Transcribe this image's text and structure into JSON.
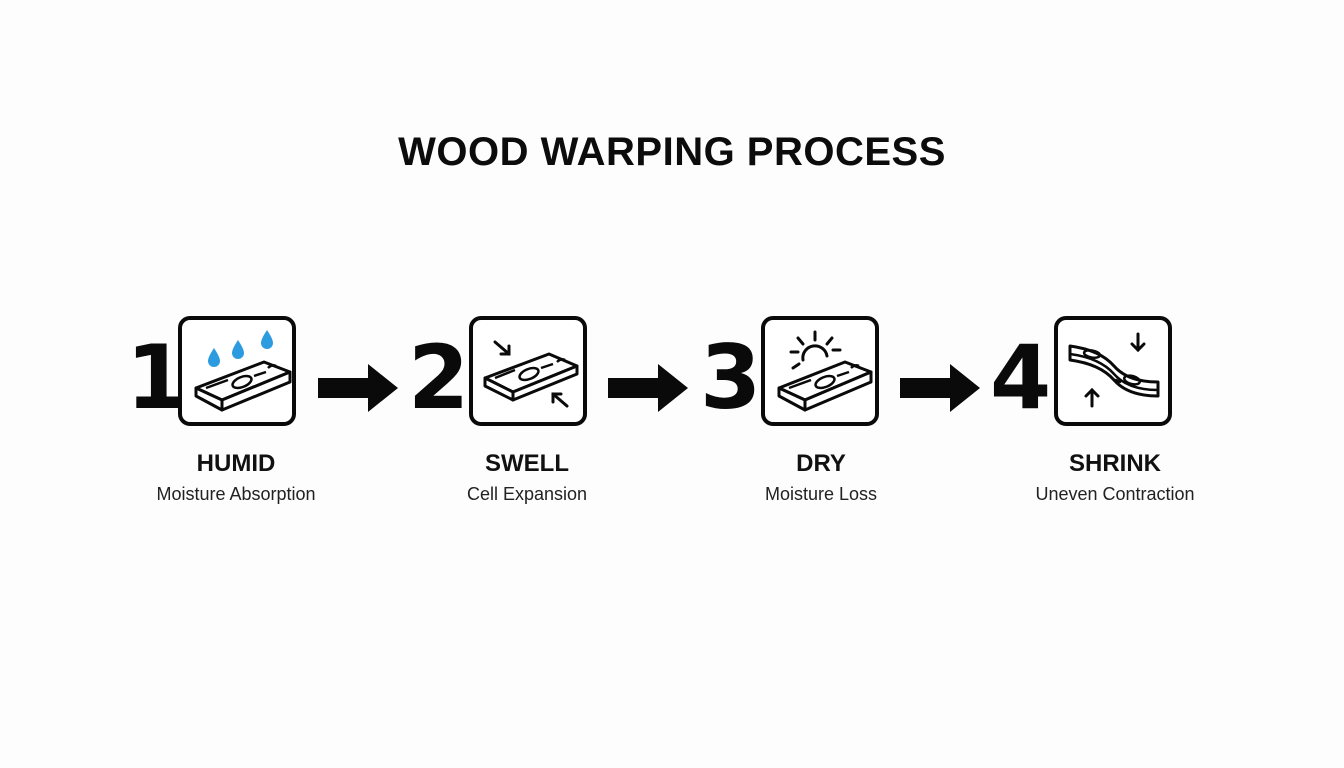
{
  "title": "WOOD WARPING PROCESS",
  "colors": {
    "ink": "#0a0a0a",
    "water": "#2d9be0",
    "background": "#fdfdfd"
  },
  "steps": [
    {
      "number": "1",
      "name": "HUMID",
      "description": "Moisture Absorption",
      "icon": "wet-wood-plank-icon"
    },
    {
      "number": "2",
      "name": "SWELL",
      "description": "Cell Expansion",
      "icon": "expanding-wood-plank-icon"
    },
    {
      "number": "3",
      "name": "DRY",
      "description": "Moisture Loss",
      "icon": "sun-drying-wood-plank-icon"
    },
    {
      "number": "4",
      "name": "SHRINK",
      "description": "Uneven Contraction",
      "icon": "warped-wood-plank-icon"
    }
  ],
  "connectors": [
    "arrow-right",
    "arrow-right",
    "arrow-right"
  ]
}
